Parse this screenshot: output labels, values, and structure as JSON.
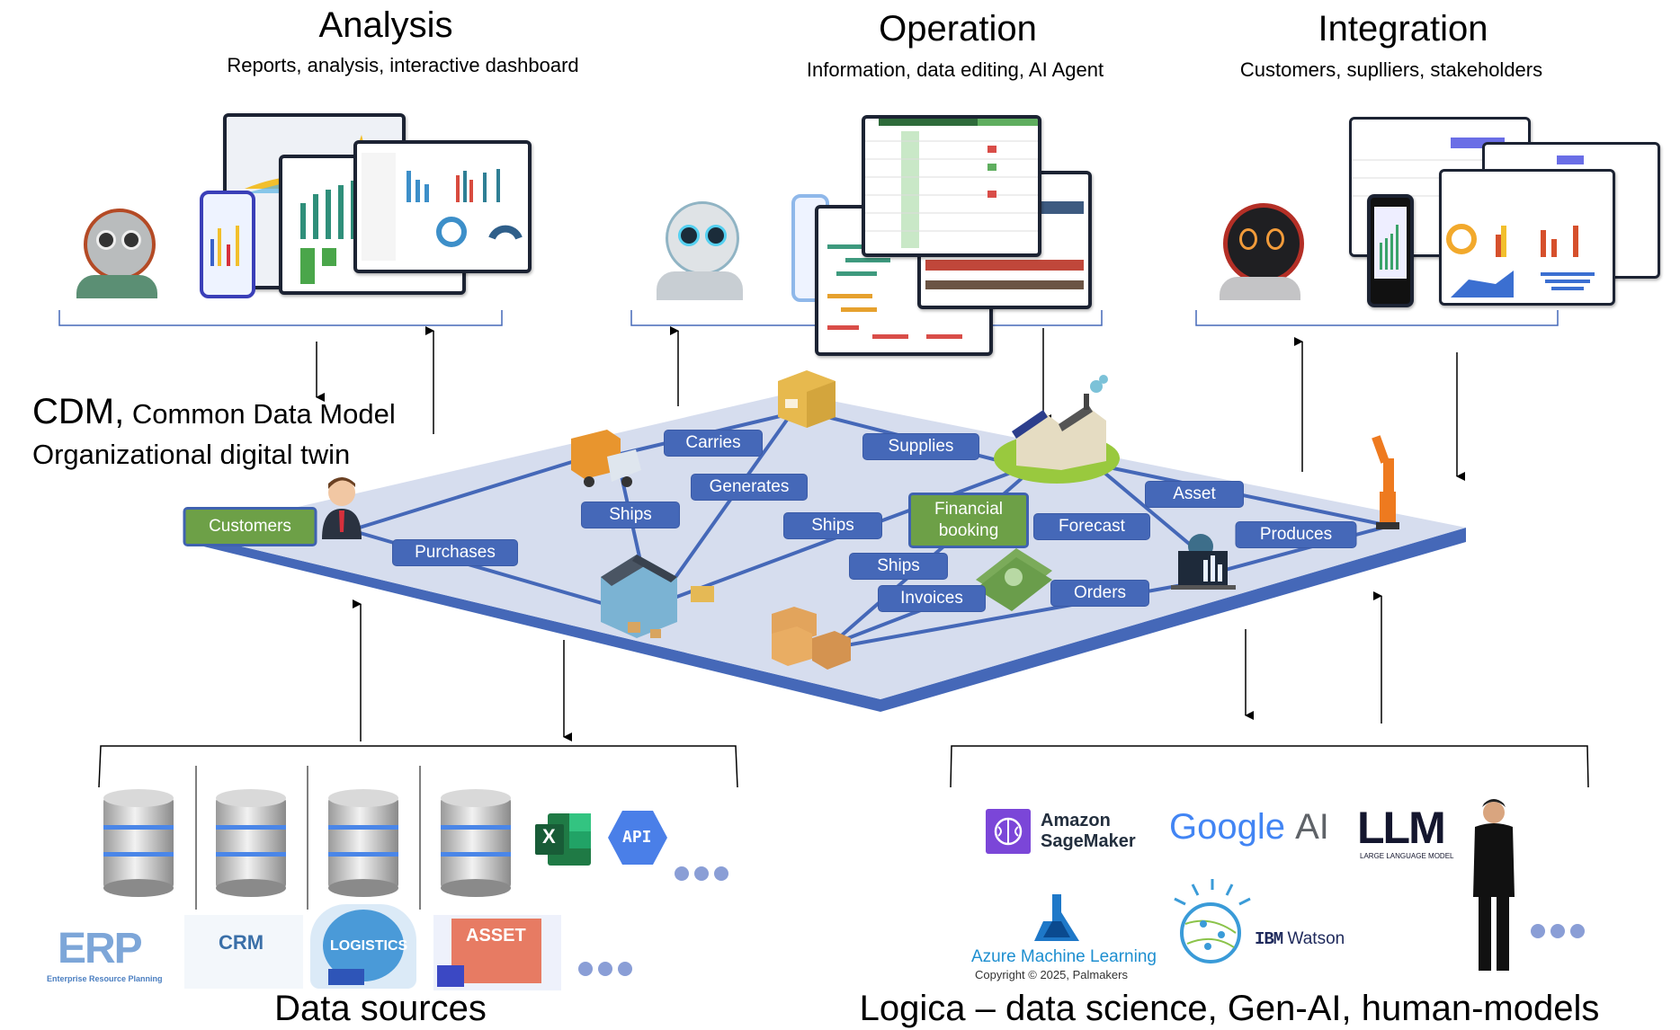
{
  "sections": {
    "analysis": {
      "title": "Analysis",
      "subtitle": "Reports, analysis, interactive dashboard"
    },
    "operation": {
      "title": "Operation",
      "subtitle": "Information, data editing, AI Agent"
    },
    "integration": {
      "title": "Integration",
      "subtitle": "Customers, suplliers, stakeholders"
    }
  },
  "cdm": {
    "line1_abbr": "CDM,",
    "line1_rest": "Common Data Model",
    "line2": "Organizational digital twin"
  },
  "graph": {
    "nodes": {
      "customers": "Customers",
      "financial_booking_1": "Financial",
      "financial_booking_2": "booking"
    },
    "edges": {
      "purchases": "Purchases",
      "ships_1": "Ships",
      "carries": "Carries",
      "generates": "Generates",
      "supplies": "Supplies",
      "ships_2": "Ships",
      "ships_3": "Ships",
      "invoices": "Invoices",
      "forecast": "Forecast",
      "orders": "Orders",
      "asset": "Asset",
      "produces": "Produces"
    }
  },
  "data_sources": {
    "title": "Data sources",
    "items": [
      {
        "name": "ERP",
        "caption": "Enterprise Resource Planning"
      },
      {
        "name": "CRM"
      },
      {
        "name": "LOGISTICS"
      },
      {
        "name": "ASSET"
      }
    ],
    "excel_letter": "X",
    "api_label": "API"
  },
  "logica": {
    "title": "Logica – data science, Gen-AI, human-models",
    "logos": {
      "sagemaker_1": "Amazon",
      "sagemaker_2": "SageMaker",
      "google_ai": "Google",
      "google_ai_suffix": "AI",
      "llm": "LLM",
      "llm_caption": "LARGE LANGUAGE MODEL",
      "azure_1": "Azure",
      "azure_2": "Machine Learning",
      "ibm": "IBM",
      "watson": "Watson"
    },
    "copyright": "Copyright © 2025,  Palmakers"
  },
  "colors": {
    "platform_top": "#d6ddee",
    "platform_edge": "#4568b8",
    "label_blue": "#4568b8",
    "node_green": "#6da047",
    "dots": "#8a9ed6"
  }
}
